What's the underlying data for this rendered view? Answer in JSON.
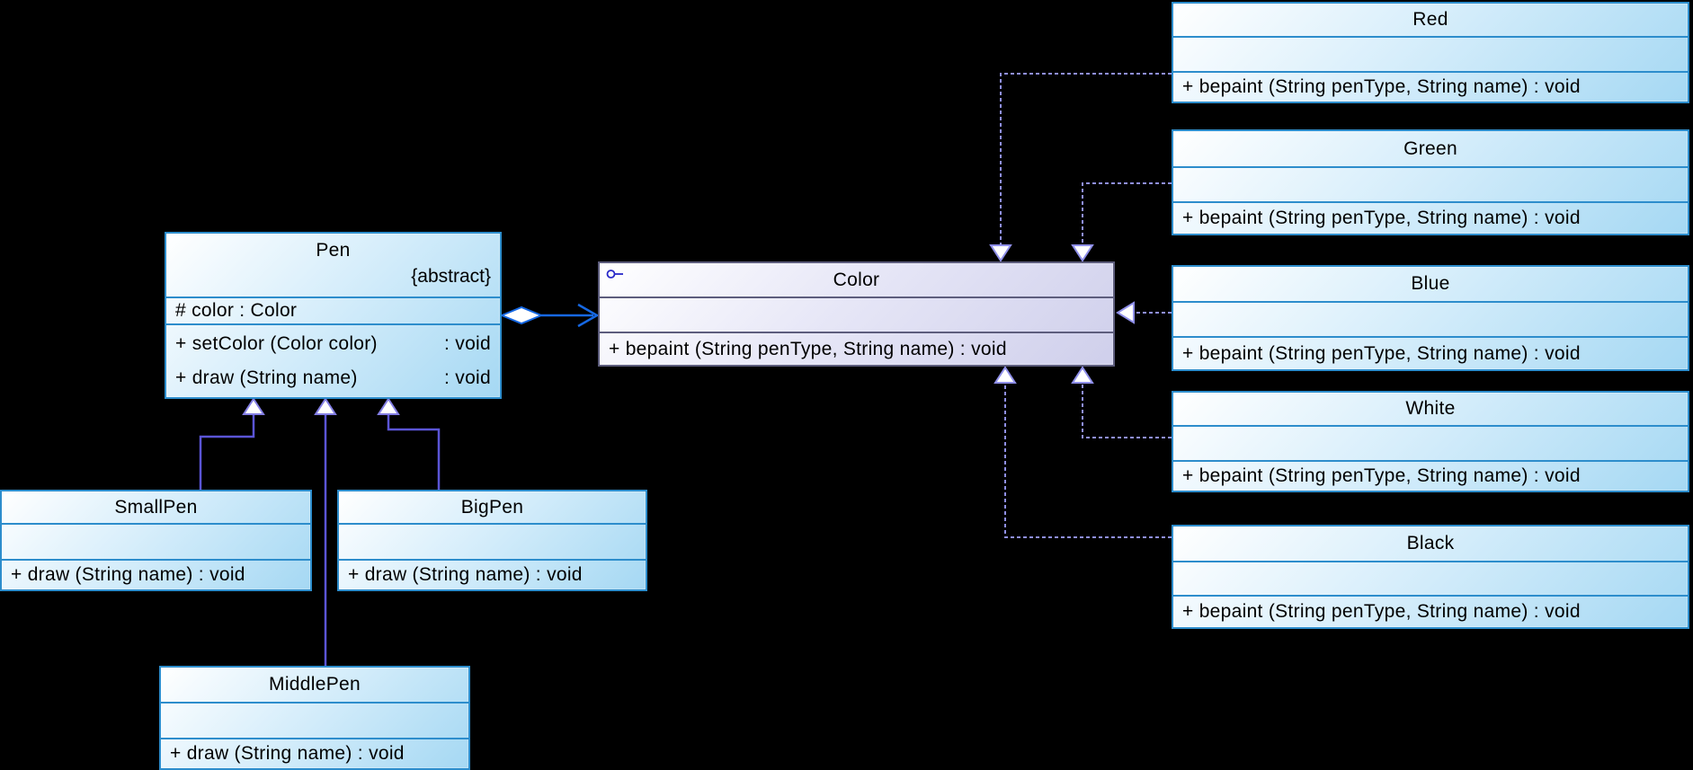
{
  "colors": {
    "background": "#000000",
    "class_border": "#2d8dcc",
    "class_fill_top": "#ffffff",
    "class_fill_bottom": "#a5d8f3",
    "interface_border": "#5d5d7d",
    "interface_fill_bottom": "#cfcfeb",
    "inheritance_line": "#5b55d6",
    "realization_line": "#8f8fe9",
    "aggregation_line": "#1668e3",
    "arrowhead_fill": "#ffffff"
  },
  "icons": {
    "interface": "lollipop-icon"
  },
  "classes": {
    "pen": {
      "name": "Pen",
      "stereotype": "{abstract}",
      "attribute": "# color : Color",
      "methods": [
        {
          "sig": "+ setColor (Color color)",
          "ret": ": void"
        },
        {
          "sig": "+ draw (String name)",
          "ret": ": void"
        }
      ]
    },
    "smallpen": {
      "name": "SmallPen",
      "method": "+ draw (String name) : void"
    },
    "bigpen": {
      "name": "BigPen",
      "method": "+ draw (String name) : void"
    },
    "middlepen": {
      "name": "MiddlePen",
      "method": "+ draw (String name) : void"
    },
    "color": {
      "name": "Color",
      "method": "+ bepaint (String penType, String name) : void"
    },
    "red": {
      "name": "Red",
      "method": "+ bepaint (String penType, String name) : void"
    },
    "green": {
      "name": "Green",
      "method": "+ bepaint (String penType, String name) : void"
    },
    "blue": {
      "name": "Blue",
      "method": "+ bepaint (String penType, String name) : void"
    },
    "white": {
      "name": "White",
      "method": "+ bepaint (String penType, String name) : void"
    },
    "black": {
      "name": "Black",
      "method": "+ bepaint (String penType, String name) : void"
    }
  }
}
